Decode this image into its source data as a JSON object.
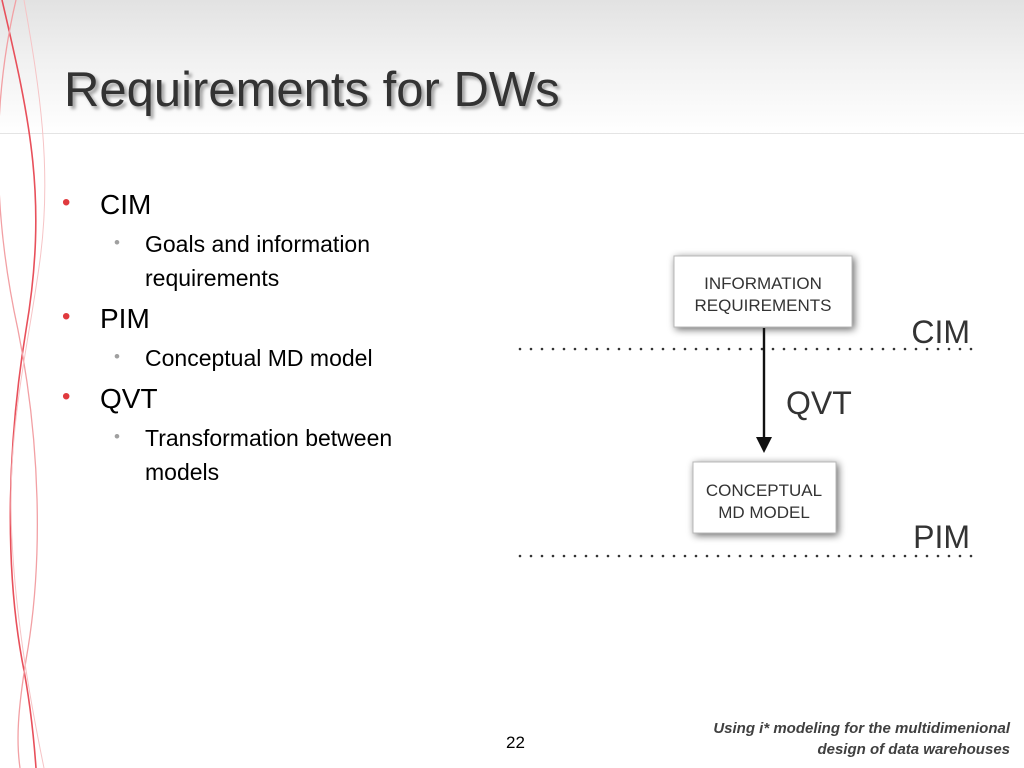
{
  "slide": {
    "title": "Requirements for DWs",
    "page_number": "22",
    "citation_line1": "Using i* modeling for the multidimenional",
    "citation_line2": "design of data warehouses"
  },
  "bullets": [
    {
      "label": "CIM",
      "sub": [
        "Goals and information",
        "requirements"
      ]
    },
    {
      "label": "PIM",
      "sub": [
        "Conceptual MD model"
      ]
    },
    {
      "label": "QVT",
      "sub": [
        "Transformation between",
        "models"
      ]
    }
  ],
  "diagram": {
    "top_box_line1": "INFORMATION",
    "top_box_line2": "REQUIREMENTS",
    "bottom_box_line1": "CONCEPTUAL",
    "bottom_box_line2": "MD MODEL",
    "cim_label": "CIM",
    "pim_label": "PIM",
    "arrow_label": "QVT"
  },
  "colors": {
    "bullet_accent": "#e03a3e",
    "sub_bullet": "#a0a0a0",
    "deco_curve": "#e8505b"
  }
}
